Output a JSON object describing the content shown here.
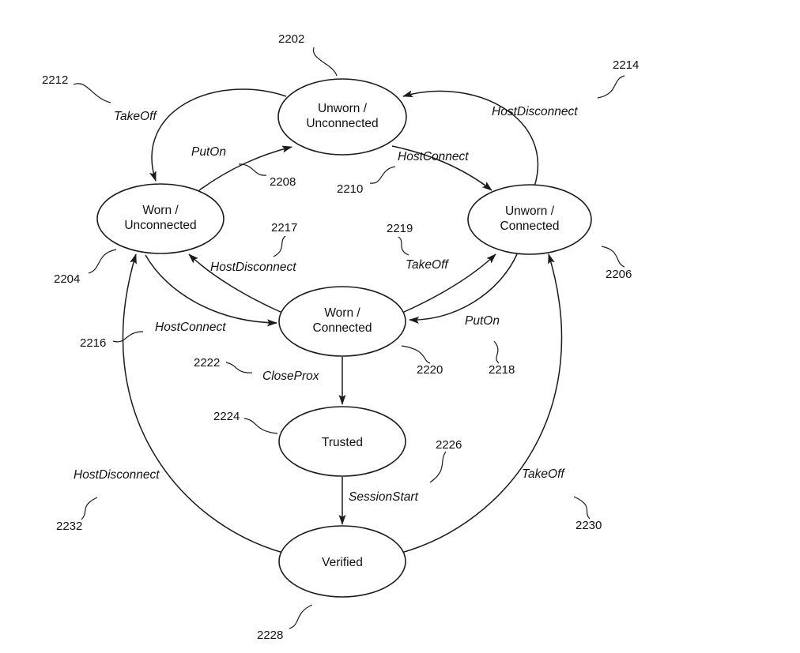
{
  "figure": {
    "kind": "patent-state-diagram",
    "background_color": "#ffffff",
    "line_color": "#1b1b1b",
    "states": {
      "unworn_unconnected": {
        "line1": "Unworn /",
        "line2": "Unconnected",
        "ref": "2202"
      },
      "worn_unconnected": {
        "line1": "Worn /",
        "line2": "Unconnected",
        "ref": "2204"
      },
      "unworn_connected": {
        "line1": "Unworn /",
        "line2": "Connected",
        "ref": "2206"
      },
      "worn_connected": {
        "line1": "Worn /",
        "line2": "Connected",
        "ref": "2220"
      },
      "trusted": {
        "line1": "Trusted",
        "ref": "2224"
      },
      "verified": {
        "line1": "Verified",
        "ref": "2228"
      }
    },
    "transitions": {
      "takeoff_top": {
        "label": "TakeOff",
        "ref": "2212",
        "from": "unworn_unconnected",
        "to": "worn_unconnected"
      },
      "puton_top": {
        "label": "PutOn",
        "ref": "2208",
        "from": "worn_unconnected",
        "to": "unworn_unconnected"
      },
      "hostconnect_top": {
        "label": "HostConnect",
        "ref": "2210",
        "from": "unworn_unconnected",
        "to": "unworn_connected"
      },
      "hostdisconnect_top": {
        "label": "HostDisconnect",
        "ref": "2214",
        "from": "unworn_connected",
        "to": "unworn_unconnected"
      },
      "hostdisconnect_mid": {
        "label": "HostDisconnect",
        "ref": "2217",
        "from": "worn_connected",
        "to": "worn_unconnected"
      },
      "takeoff_mid": {
        "label": "TakeOff",
        "ref": "2219",
        "from": "worn_connected",
        "to": "unworn_connected"
      },
      "hostconnect_mid": {
        "label": "HostConnect",
        "ref": "2216",
        "from": "worn_unconnected",
        "to": "worn_connected"
      },
      "puton_mid": {
        "label": "PutOn",
        "ref": "2218",
        "from": "unworn_connected",
        "to": "worn_connected"
      },
      "closeprox": {
        "label": "CloseProx",
        "ref": "2222",
        "from": "worn_connected",
        "to": "trusted"
      },
      "sessionstart": {
        "label": "SessionStart",
        "ref": "2226",
        "from": "trusted",
        "to": "verified"
      },
      "hostdisconnect_long": {
        "label": "HostDisconnect",
        "ref": "2232",
        "from": "verified",
        "to": "worn_unconnected"
      },
      "takeoff_long": {
        "label": "TakeOff",
        "ref": "2230",
        "from": "verified",
        "to": "unworn_connected"
      }
    }
  }
}
